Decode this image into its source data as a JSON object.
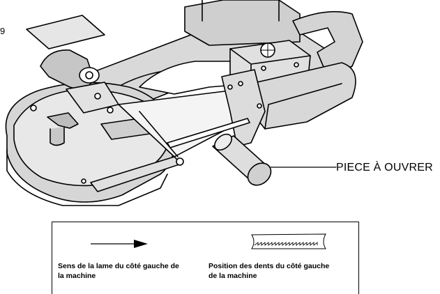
{
  "figure": {
    "number": "9"
  },
  "callout": {
    "label": "PIECE À OUVRER"
  },
  "legend": {
    "blade_direction": "Sens de la lame du côté gauche de la machine",
    "teeth_position": "Position des dents du côté gauche de la machine"
  }
}
